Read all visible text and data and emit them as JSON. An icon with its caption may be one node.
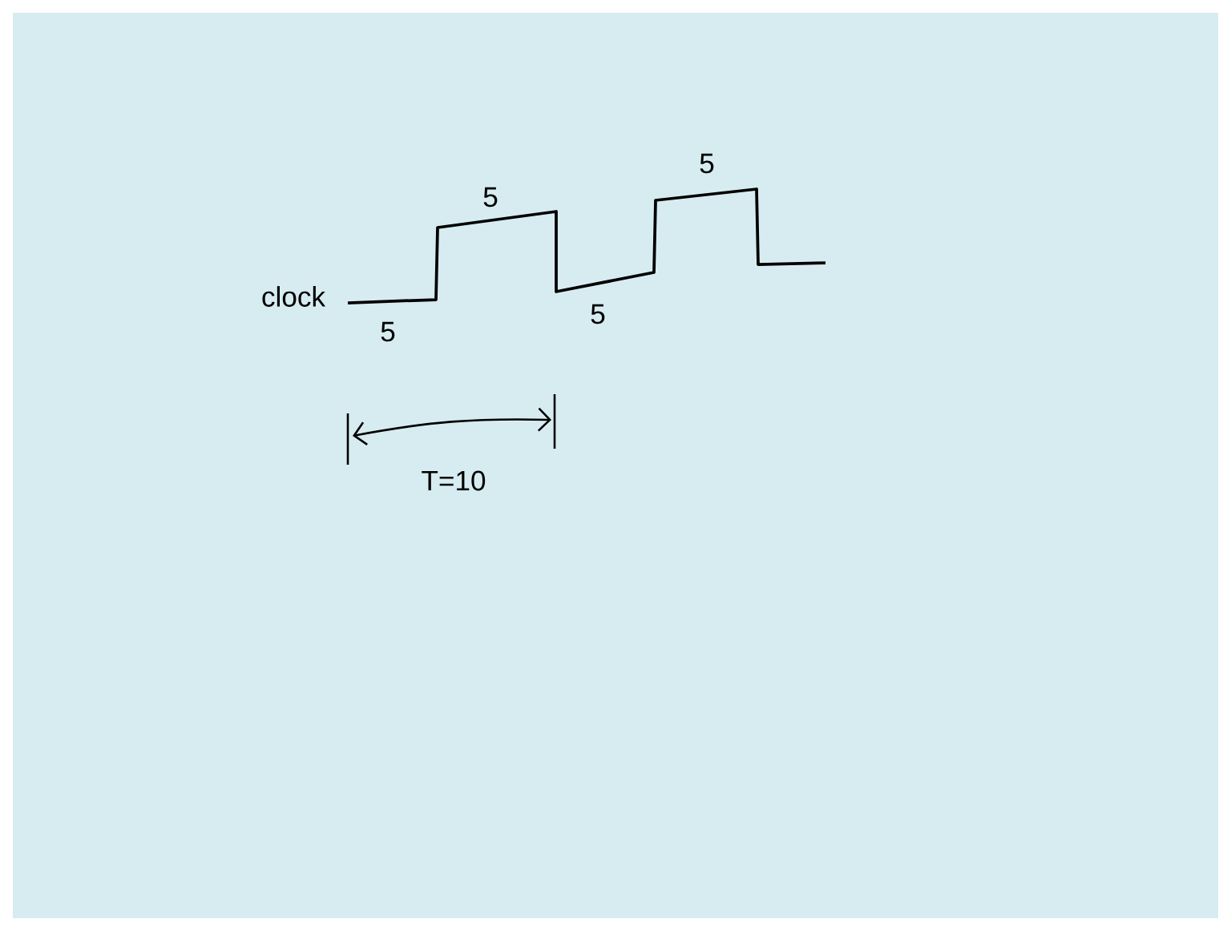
{
  "diagram": {
    "labels": [
      "clock",
      "5",
      "5",
      "5",
      "5",
      "T=10"
    ]
  }
}
